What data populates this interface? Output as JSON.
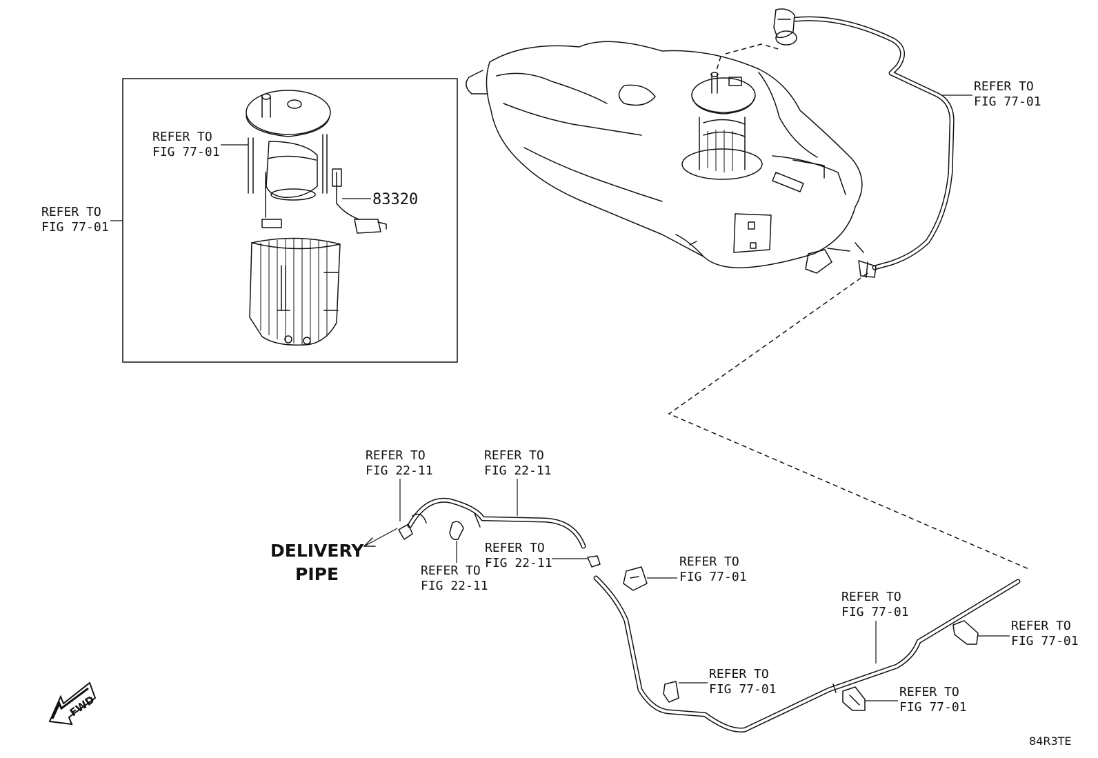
{
  "labels": {
    "refer_to": "REFER TO",
    "fig_77_01": "FIG 77-01",
    "fig_22_11": "FIG 22-11",
    "part_number": "83320",
    "delivery": "DELIVERY",
    "pipe": "PIPE",
    "fwd": "FWD",
    "diagram_code": "84R3TE"
  }
}
